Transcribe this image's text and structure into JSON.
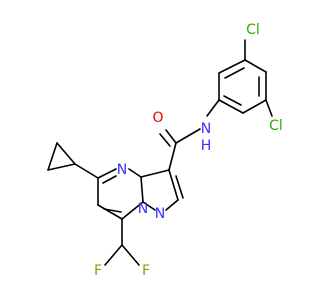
{
  "molecule": {
    "atoms": {
      "cl_top": {
        "label": "Cl",
        "color": "#33aa00"
      },
      "cl_right": {
        "label": "Cl",
        "color": "#33aa00"
      },
      "o_carbonyl": {
        "label": "O",
        "color": "#ee0000"
      },
      "n_amide": {
        "label": "N",
        "color": "#3333ff"
      },
      "h_amide": {
        "label": "H",
        "color": "#3333ff"
      },
      "n_ring_top": {
        "label": "N",
        "color": "#3333ff"
      },
      "n_bridge": {
        "label": "N",
        "color": "#3333ff"
      },
      "n_pyrazole": {
        "label": "N",
        "color": "#3333ff"
      },
      "f_left": {
        "label": "F",
        "color": "#77aa00"
      },
      "f_right": {
        "label": "F",
        "color": "#77aa00"
      }
    }
  }
}
